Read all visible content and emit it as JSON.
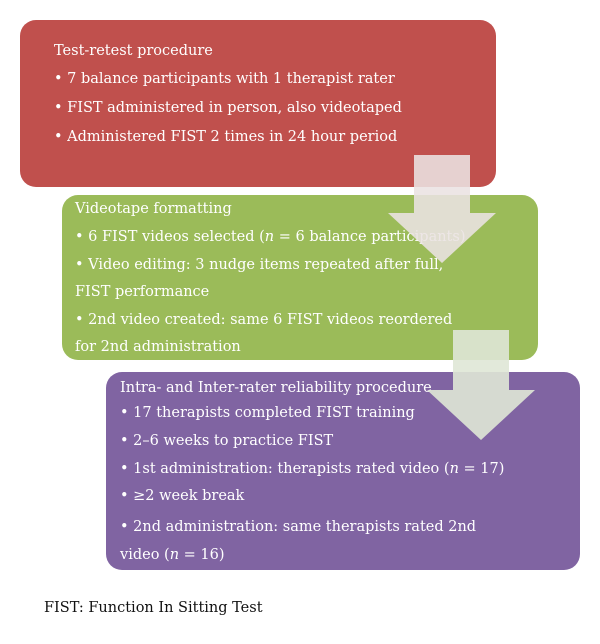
{
  "box1": {
    "title": "Test-retest procedure",
    "items": [
      "• 7 balance participants with 1 therapist rater",
      "• FIST administered in person, also videotaped",
      "• Administered FIST 2 times in 24 hour period"
    ]
  },
  "box2": {
    "title": "Videotape formatting",
    "item1_pre": "• 6 FIST videos selected (",
    "item1_n": "n",
    "item1_post": " = 6 balance participants)",
    "item2_line1": "• Video editing: 3 nudge items repeated after full,",
    "item2_line2": "FIST performance",
    "item3_line1": "• 2nd video created: same 6 FIST videos reordered",
    "item3_line2": "for 2nd administration"
  },
  "box3": {
    "title": "Intra- and Inter-rater reliability procedure",
    "item1": "• 17 therapists completed FIST training",
    "item2": "• 2–6 weeks to practice FIST",
    "item3_pre": "• 1st administration: therapists rated video (",
    "item3_n": "n",
    "item3_post": " = 17)",
    "item4": "• ≥2 week break",
    "item5_line1": "• 2nd administration: same therapists rated 2nd",
    "item5_pre": "video (",
    "item5_n": "n",
    "item5_post": " = 16)"
  },
  "footnote": "FIST: Function In Sitting Test",
  "colors": {
    "box1": "#c0504d",
    "box2": "#9bbb59",
    "box3": "#8064a2",
    "arrow": "#e6dfe0",
    "arrow2": "#dde6d3"
  }
}
